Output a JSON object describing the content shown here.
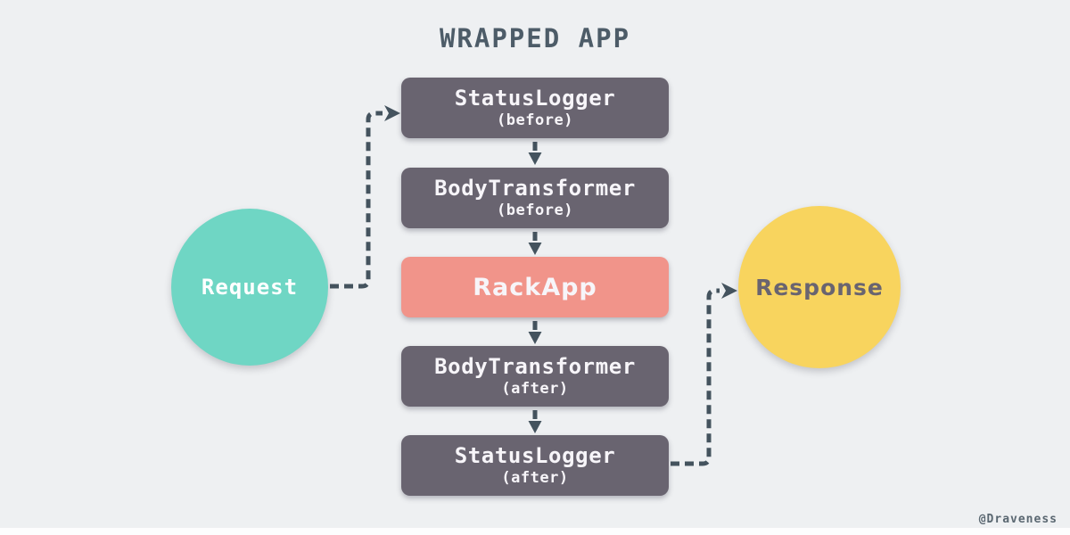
{
  "title": "WRAPPED APP",
  "nodes": {
    "request": {
      "label": "Request"
    },
    "response": {
      "label": "Response"
    },
    "layers": [
      {
        "label": "StatusLogger",
        "sublabel": "(before)"
      },
      {
        "label": "BodyTransformer",
        "sublabel": "(before)"
      },
      {
        "label": "RackApp",
        "sublabel": ""
      },
      {
        "label": "BodyTransformer",
        "sublabel": "(after)"
      },
      {
        "label": "StatusLogger",
        "sublabel": "(after)"
      }
    ]
  },
  "flow": {
    "request_to_first_layer": "Request -> StatusLogger (before)",
    "layer_sequence": "top to bottom through RackApp",
    "last_layer_to_response": "StatusLogger (after) -> Response"
  },
  "watermark": "@Draveness",
  "colors": {
    "background": "#eef0f2",
    "layer_box": "#696470",
    "rack_app": "#f1948a",
    "request_circle": "#6fd6c4",
    "response_circle": "#f8d45e",
    "arrow": "#44535e",
    "title_text": "#4d5c68",
    "box_text": "#f7f5f9",
    "watermark_text": "#5a6771"
  }
}
